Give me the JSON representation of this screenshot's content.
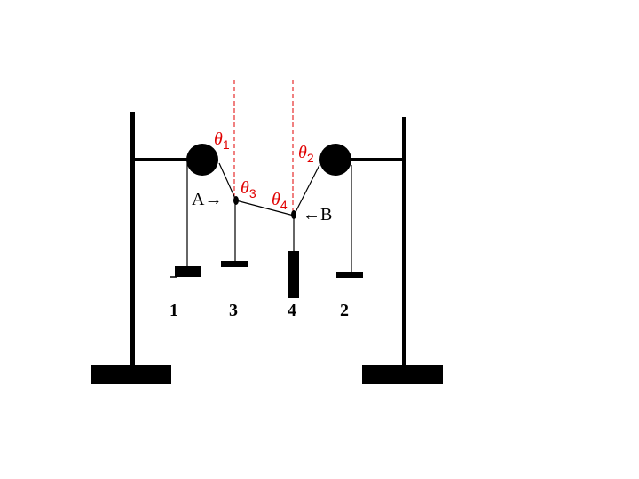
{
  "diagram": {
    "colors": {
      "ink": "#000000",
      "angle": "#e00000",
      "reference_line": "#e00000"
    },
    "angles": [
      {
        "symbol": "θ",
        "sub": "1"
      },
      {
        "symbol": "θ",
        "sub": "2"
      },
      {
        "symbol": "θ",
        "sub": "3"
      },
      {
        "symbol": "θ",
        "sub": "4"
      }
    ],
    "points": {
      "a": "A→",
      "b": "←B"
    },
    "weights": [
      "1",
      "3",
      "4",
      "2"
    ]
  }
}
